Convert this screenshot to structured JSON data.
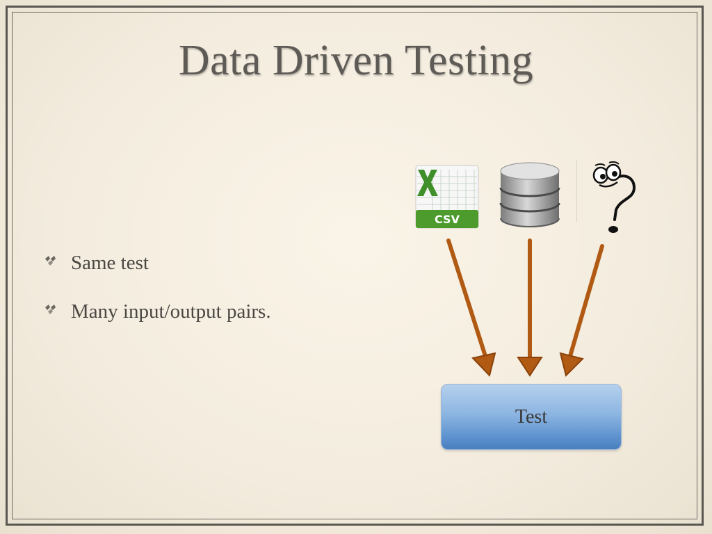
{
  "slide": {
    "title": "Data Driven Testing",
    "bullets": [
      "Same test",
      "Many input/output pairs."
    ],
    "diagram": {
      "sources": [
        {
          "icon": "csv-spreadsheet-icon",
          "label": "CSV"
        },
        {
          "icon": "database-icon"
        },
        {
          "icon": "question-mark-icon"
        }
      ],
      "target": "Test",
      "arrow_color": "#b05a14",
      "box_color": "#6a9bd4"
    }
  }
}
